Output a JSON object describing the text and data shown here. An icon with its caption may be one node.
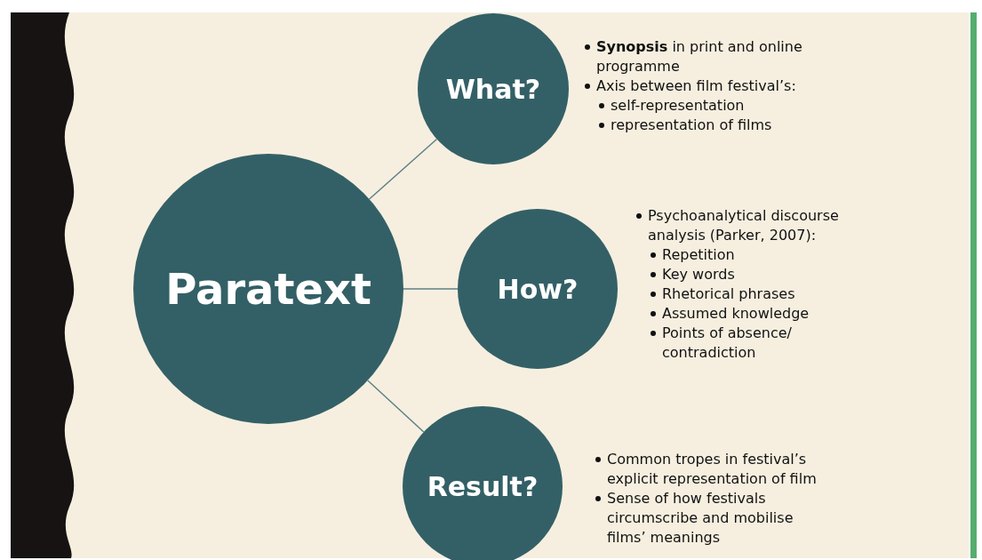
{
  "diagram": {
    "nodes": [
      {
        "text": [
          "Paratext"
        ]
      },
      {
        "text": [
          "What?"
        ],
        "beside": [
          "**Synopsis** in print and online programme",
          "Axis between film festival’s:",
          "self-representation",
          "representation of films"
        ]
      },
      {
        "text": [
          "How?"
        ],
        "beside": [
          "Psychoanalytical discourse analysis (Parker, 2007):",
          "Repetition",
          "Key words",
          "Rhetorical phrases",
          "Assumed knowledge",
          "Points of absence/ contradiction"
        ]
      },
      {
        "text": [
          "Result?"
        ],
        "beside": [
          "Common tropes in festival’s explicit representation of film",
          "Sense of how festivals circumscribe and mobilise films’ meanings"
        ]
      }
    ],
    "edges": [
      {
        "from": 0,
        "to": 1,
        "arrow": "none"
      },
      {
        "from": 0,
        "to": 2,
        "arrow": "none"
      },
      {
        "from": 0,
        "to": 3,
        "arrow": "none"
      }
    ]
  }
}
